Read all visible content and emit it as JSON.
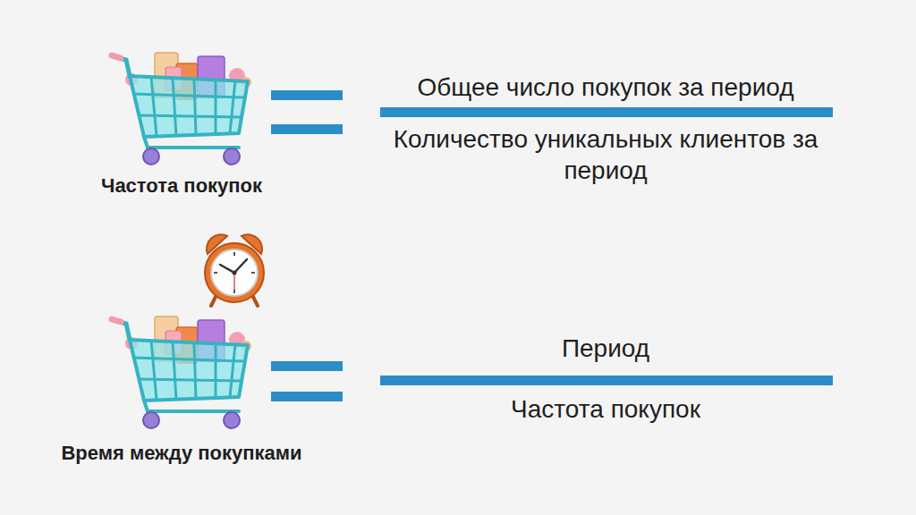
{
  "diagram": {
    "labels": [
      "Частота покупок",
      "Общее число покупок за период",
      "Количество уникальных клиентов за период",
      "Время между покупками",
      "Период",
      "Частота покупок"
    ]
  }
}
